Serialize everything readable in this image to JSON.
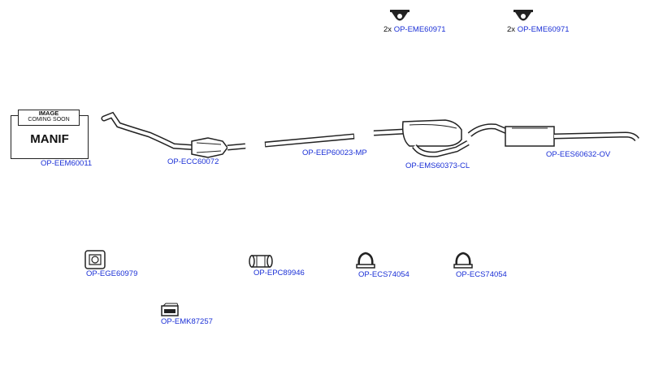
{
  "placeholder": {
    "banner_line1": "IMAGE",
    "banner_line2": "COMING SOON",
    "text": "MANIF"
  },
  "parts": {
    "eme1": {
      "qty": "2x",
      "code": "OP-EME60971"
    },
    "eme2": {
      "qty": "2x",
      "code": "OP-EME60971"
    },
    "eem": {
      "code": "OP-EEM60011"
    },
    "ecc": {
      "code": "OP-ECC60072"
    },
    "eep": {
      "code": "OP-EEP60023-MP"
    },
    "ems": {
      "code": "OP-EMS60373-CL"
    },
    "ees": {
      "code": "OP-EES60632-OV"
    },
    "ege": {
      "code": "OP-EGE60979"
    },
    "epc": {
      "code": "OP-EPC89946"
    },
    "ecs1": {
      "code": "OP-ECS74054"
    },
    "ecs2": {
      "code": "OP-ECS74054"
    },
    "emk": {
      "code": "OP-EMK87257"
    }
  },
  "icons": [
    "rubber-mount-icon",
    "manifold-placeholder-icon",
    "catalytic-converter-icon",
    "pipe-icon",
    "middle-silencer-icon",
    "rear-silencer-icon",
    "gasket-icon",
    "pipe-connector-icon",
    "clamp-icon",
    "cat-mounting-kit-icon"
  ],
  "colors": {
    "link": "#1a2fd6",
    "drawing": "#222222",
    "background": "#ffffff"
  }
}
